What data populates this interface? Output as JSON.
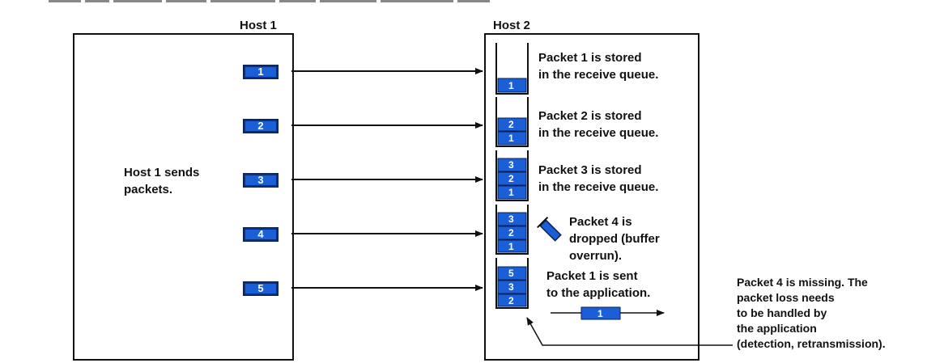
{
  "host1": {
    "title": "Host 1",
    "description": [
      "Host 1 sends",
      "packets."
    ]
  },
  "host2": {
    "title": "Host 2"
  },
  "sent_packets": [
    "1",
    "2",
    "3",
    "4",
    "5"
  ],
  "queues": [
    {
      "cells": [
        "1"
      ],
      "text": [
        "Packet 1 is stored",
        "in the receive queue."
      ]
    },
    {
      "cells": [
        "2",
        "1"
      ],
      "text": [
        "Packet 2 is stored",
        "in the receive queue."
      ]
    },
    {
      "cells": [
        "3",
        "2",
        "1"
      ],
      "text": [
        "Packet 3 is stored",
        "in the receive queue."
      ]
    },
    {
      "cells": [
        "3",
        "2",
        "1"
      ],
      "text": [
        "Packet 4 is",
        "dropped (buffer",
        "overrun)."
      ]
    },
    {
      "cells": [
        "5",
        "3",
        "2"
      ],
      "text": [
        "Packet 1 is sent",
        "to the application."
      ]
    }
  ],
  "delivered_packet": "1",
  "loss_note": [
    "Packet 4 is missing. The",
    "packet loss needs",
    "to be handled by",
    "the application",
    "(detection, retransmission)."
  ],
  "colors": {
    "packet_fill": "#1a5fd6",
    "packet_border": "#0a1f55",
    "line": "#111111"
  }
}
